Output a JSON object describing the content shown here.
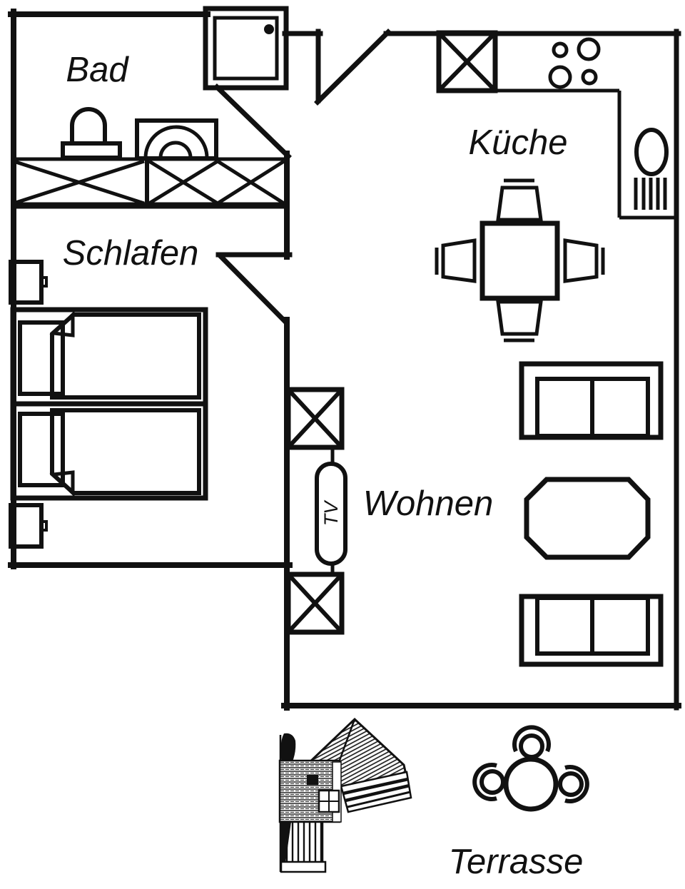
{
  "floorplan": {
    "background": "#ffffff",
    "line_color": "#111111",
    "rooms": [
      {
        "id": "bad",
        "label": "Bad"
      },
      {
        "id": "schlafen",
        "label": "Schlafen"
      },
      {
        "id": "kueche",
        "label": "Küche"
      },
      {
        "id": "wohnen",
        "label": "Wohnen"
      },
      {
        "id": "terrasse",
        "label": "Terrasse"
      }
    ],
    "tv_label": "TV",
    "furniture_icons": {
      "bad": [
        "shower-tray-icon",
        "toilet-icon",
        "washbasin-icon",
        "cabinet-x-row-icon"
      ],
      "schlafen": [
        "nightstand-icon",
        "single-bed-icon",
        "single-bed-icon",
        "nightstand-icon"
      ],
      "kueche": [
        "sink-unit-x-icon",
        "hob-four-burners-icon",
        "worktop-icon",
        "boiler-icon",
        "radiator-icon",
        "dining-table-icon",
        "dining-chair-icon"
      ],
      "wohnen": [
        "cabinet-x-icon",
        "tv-board-icon",
        "cabinet-x-icon",
        "sofa-icon",
        "coffee-table-icon",
        "sofa-icon"
      ],
      "terrasse": [
        "beach-chair-icon",
        "round-table-with-chairs-icon"
      ]
    }
  }
}
